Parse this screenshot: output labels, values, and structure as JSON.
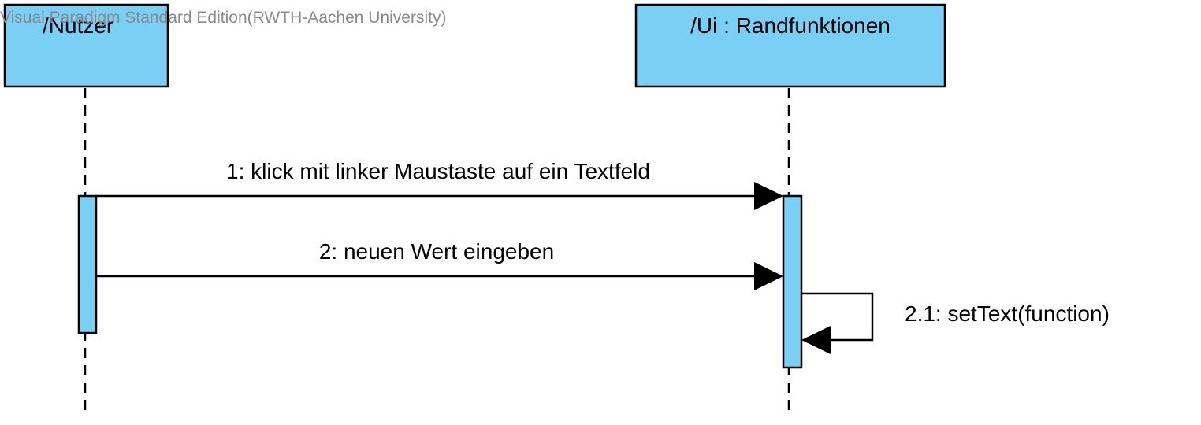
{
  "watermark": "Visual Paradigm Standard Edition(RWTH-Aachen University)",
  "colors": {
    "lifeline_fill": "#7ACFF5",
    "stroke": "#000000",
    "watermark": "#8A8A8A"
  },
  "lifelines": [
    {
      "name": "/Nutzer"
    },
    {
      "name": "/Ui : Randfunktionen"
    }
  ],
  "messages": [
    {
      "label": "1: klick mit linker Maustaste auf ein Textfeld",
      "from": "/Nutzer",
      "to": "/Ui : Randfunktionen"
    },
    {
      "label": "2: neuen Wert eingeben",
      "from": "/Nutzer",
      "to": "/Ui : Randfunktionen"
    },
    {
      "label": "2.1: setText(function)",
      "from": "/Ui : Randfunktionen",
      "to": "/Ui : Randfunktionen"
    }
  ]
}
